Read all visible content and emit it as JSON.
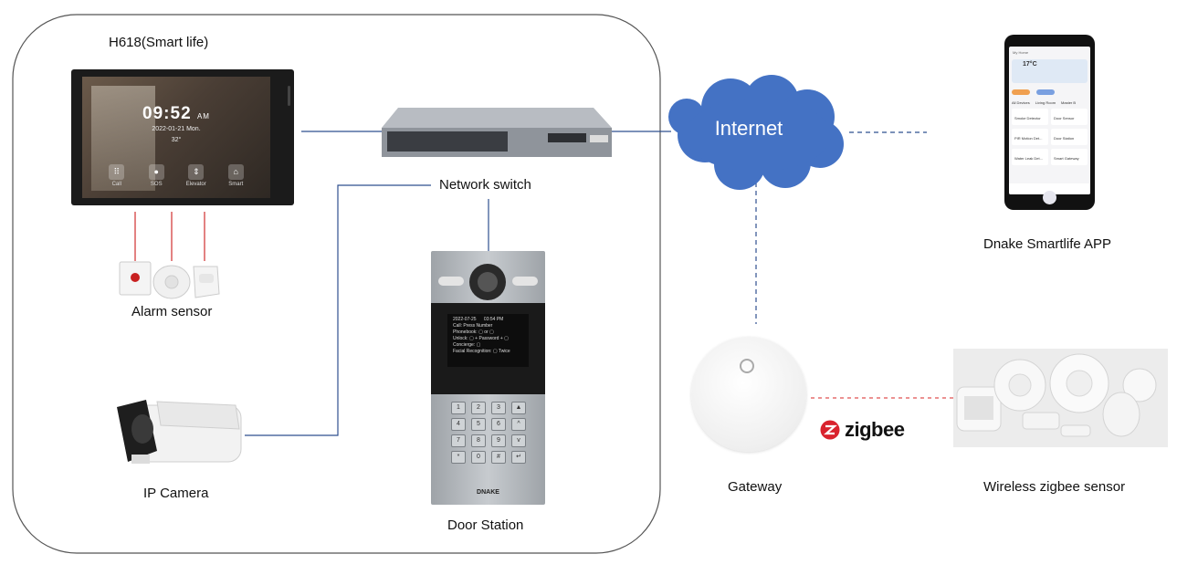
{
  "labels": {
    "h618": "H618(Smart life)",
    "alarm_sensor": "Alarm sensor",
    "ip_camera": "IP Camera",
    "network_switch": "Network switch",
    "door_station": "Door Station",
    "internet": "Internet",
    "app": "Dnake Smartlife APP",
    "gateway": "Gateway",
    "zigbee": "zigbee",
    "wireless_sensor": "Wireless zigbee sensor"
  },
  "panel": {
    "time": "09:52",
    "ampm": "AM",
    "date": "2022-01-21  Mon.",
    "temp": "32°",
    "icons": [
      {
        "label": "Call",
        "icon": "keypad-icon"
      },
      {
        "label": "SOS",
        "icon": "sos-icon"
      },
      {
        "label": "Elevator",
        "icon": "elevator-icon"
      },
      {
        "label": "Smart",
        "icon": "smart-home-icon"
      }
    ]
  },
  "door": {
    "date": "2022-07-25",
    "time": "03:54 PM",
    "lines": [
      "Call: Press Number",
      "Phonebook: ▢ or ▢",
      "Unlock: ▢ + Password + ▢",
      "Concierge: ▢",
      "Facial Recognition: ▢ Twice"
    ],
    "keys": [
      "1",
      "2",
      "3",
      "▲",
      "4",
      "5",
      "6",
      "^",
      "7",
      "8",
      "9",
      "v",
      "*",
      "0",
      "#",
      "↵"
    ],
    "brand": "DNAKE"
  },
  "phone": {
    "header": "My Home",
    "temp": "17°C",
    "tabs": [
      "All Devices",
      "Living Room",
      "Master B"
    ],
    "devices": [
      "Smoke Detector",
      "Door Sensor",
      "PIR Motion Det...",
      "Door Station",
      "Water Leak Det...",
      "Smart Gateway"
    ]
  },
  "colors": {
    "wire_blue": "#2f4f8f",
    "alarm_red": "#d03030",
    "zigbee_red": "#e05050",
    "cloud": "#4472c4",
    "container_border": "#555555"
  }
}
